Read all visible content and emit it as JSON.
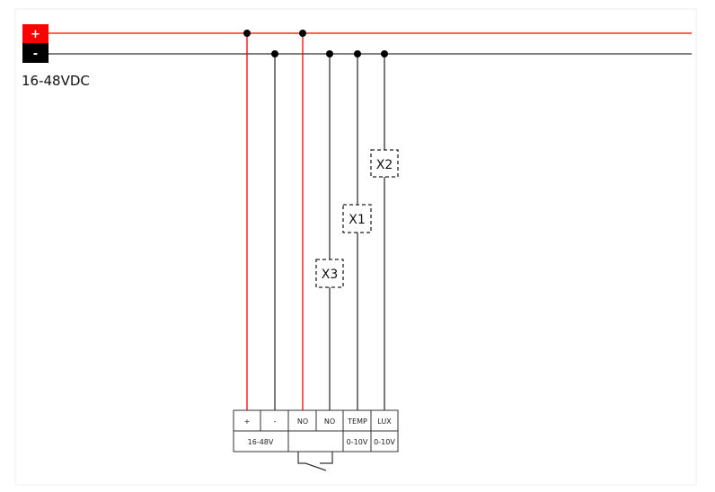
{
  "supply": {
    "positive_label": "+",
    "negative_label": "-",
    "voltage_label": "16-48VDC",
    "positive_color": "#ff0000",
    "negative_color": "#000000"
  },
  "components": [
    {
      "label": "X2"
    },
    {
      "label": "X1"
    },
    {
      "label": "X3"
    }
  ],
  "terminal_block": {
    "top_row": [
      "+",
      "-",
      "NO",
      "NO",
      "TEMP",
      "LUX"
    ],
    "bottom_row": [
      "16-48V",
      "",
      "0-10V",
      "0-10V"
    ]
  }
}
